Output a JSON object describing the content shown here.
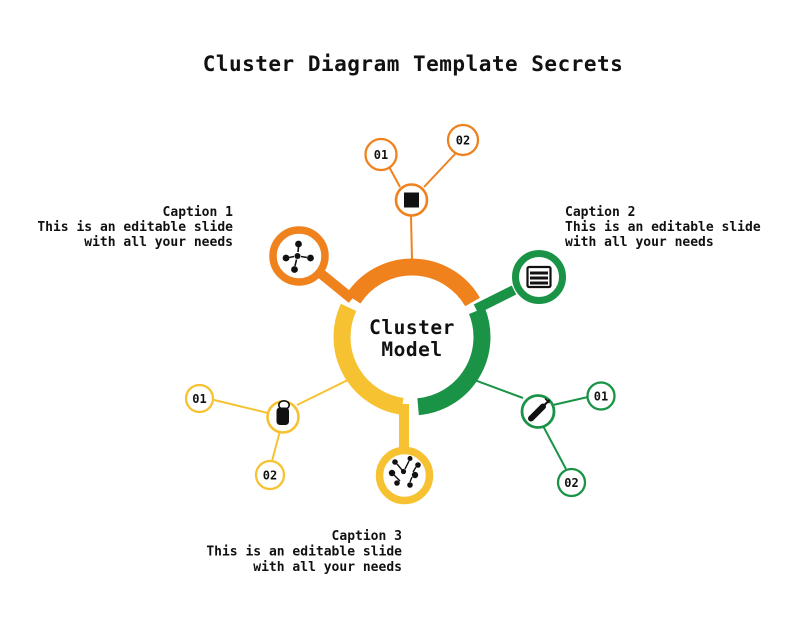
{
  "title": {
    "text": "Cluster Diagram Template Secrets"
  },
  "center_label": {
    "line1": "Cluster",
    "line2": "Model"
  },
  "colors": {
    "orange": "#F0821E",
    "green": "#1A9347",
    "yellow": "#F7C231",
    "ink": "#111111"
  },
  "captions": {
    "caption1": {
      "heading": "Caption 1",
      "line1": "This is an editable slide",
      "line2": "with all your needs"
    },
    "caption2": {
      "heading": "Caption 2",
      "line1": "This is an editable slide",
      "line2": "with all your needs"
    },
    "caption3": {
      "heading": "Caption 3",
      "line1": "This is an editable slide",
      "line2": "with all your needs"
    }
  },
  "branches": {
    "orange": {
      "node1": "01",
      "node2": "02",
      "hub_icon": "black-square-icon"
    },
    "green": {
      "node1": "01",
      "node2": "02",
      "hub_icon": "pen-icon"
    },
    "yellow": {
      "node1": "01",
      "node2": "02",
      "hub_icon": "marker-icon"
    }
  },
  "ring_attachments": {
    "orange_circle_icon": "cluster-dots-icon",
    "green_circle_icon": "list-table-icon",
    "yellow_circle_icon": "scatter-dots-icon"
  }
}
